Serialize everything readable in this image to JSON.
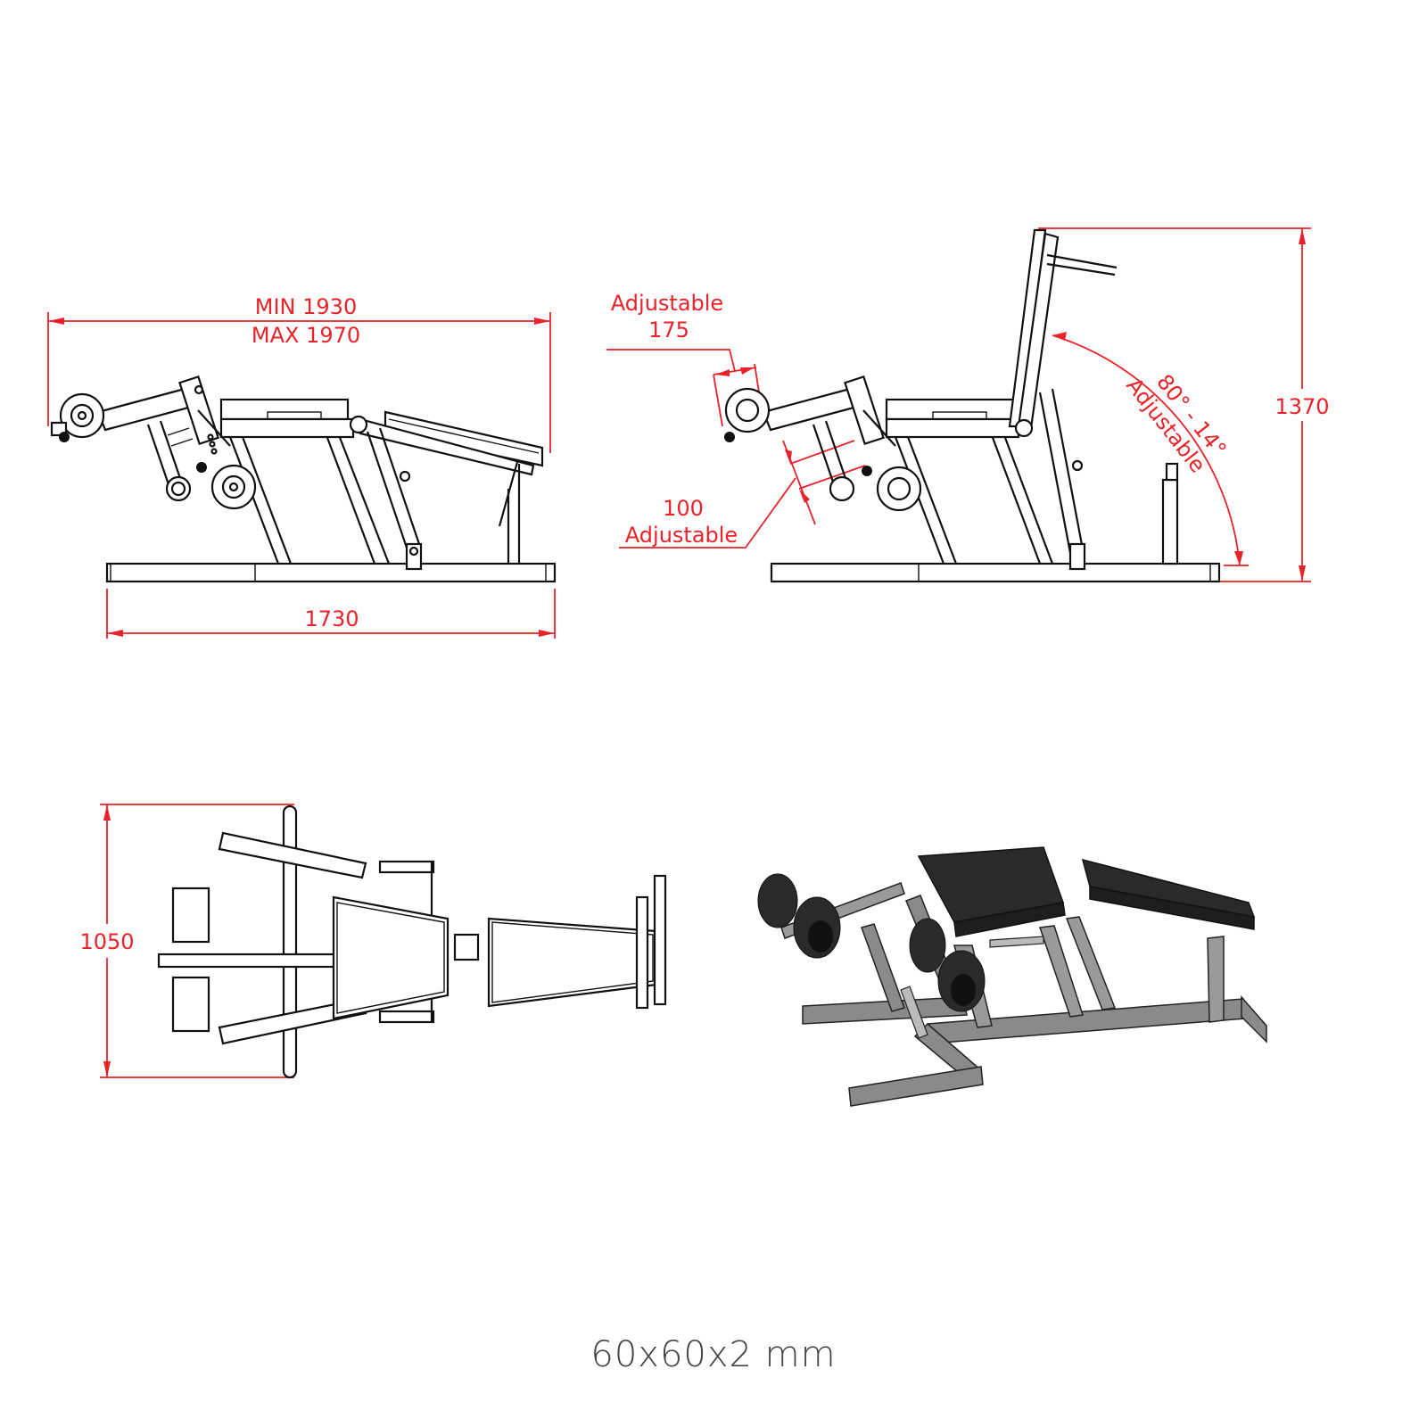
{
  "drawing": {
    "subject": "Adjustable leg extension / leg curl bench — dimension drawing",
    "accent_color": "#e8232a",
    "line_color": "#111111",
    "views": {
      "side_flat": {
        "label": "side-view-flat",
        "dimensions": {
          "overall_length_min": "MIN 1930",
          "overall_length_max": "MAX 1970",
          "base_length": "1730"
        }
      },
      "side_upright": {
        "label": "side-view-upright",
        "dimensions": {
          "roller_adjust_label": "Adjustable",
          "roller_adjust_value": "175",
          "arm_adjust_value": "100",
          "arm_adjust_label": "Adjustable",
          "back_angle_value": "80° - 14°",
          "back_angle_label": "Adjustable",
          "overall_height": "1370"
        }
      },
      "top": {
        "label": "top-view",
        "dimensions": {
          "overall_width": "1050"
        }
      },
      "isometric": {
        "label": "isometric-render"
      }
    },
    "caption": "60x60x2 mm"
  }
}
